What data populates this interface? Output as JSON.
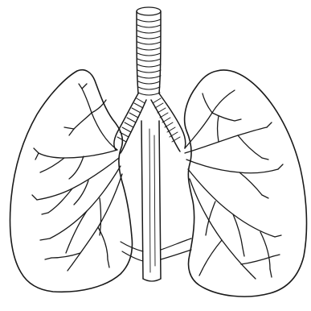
{
  "figure": {
    "subject": "lungs-with-trachea-and-bronchi",
    "style": "black-ink-line-drawing",
    "ink_color": "#1a1a1a",
    "background_color": "#ffffff",
    "parts": [
      "trachea",
      "left-bronchus",
      "right-bronchus",
      "left-lung",
      "right-lung",
      "bronchial-tree",
      "esophagus-tube"
    ]
  }
}
